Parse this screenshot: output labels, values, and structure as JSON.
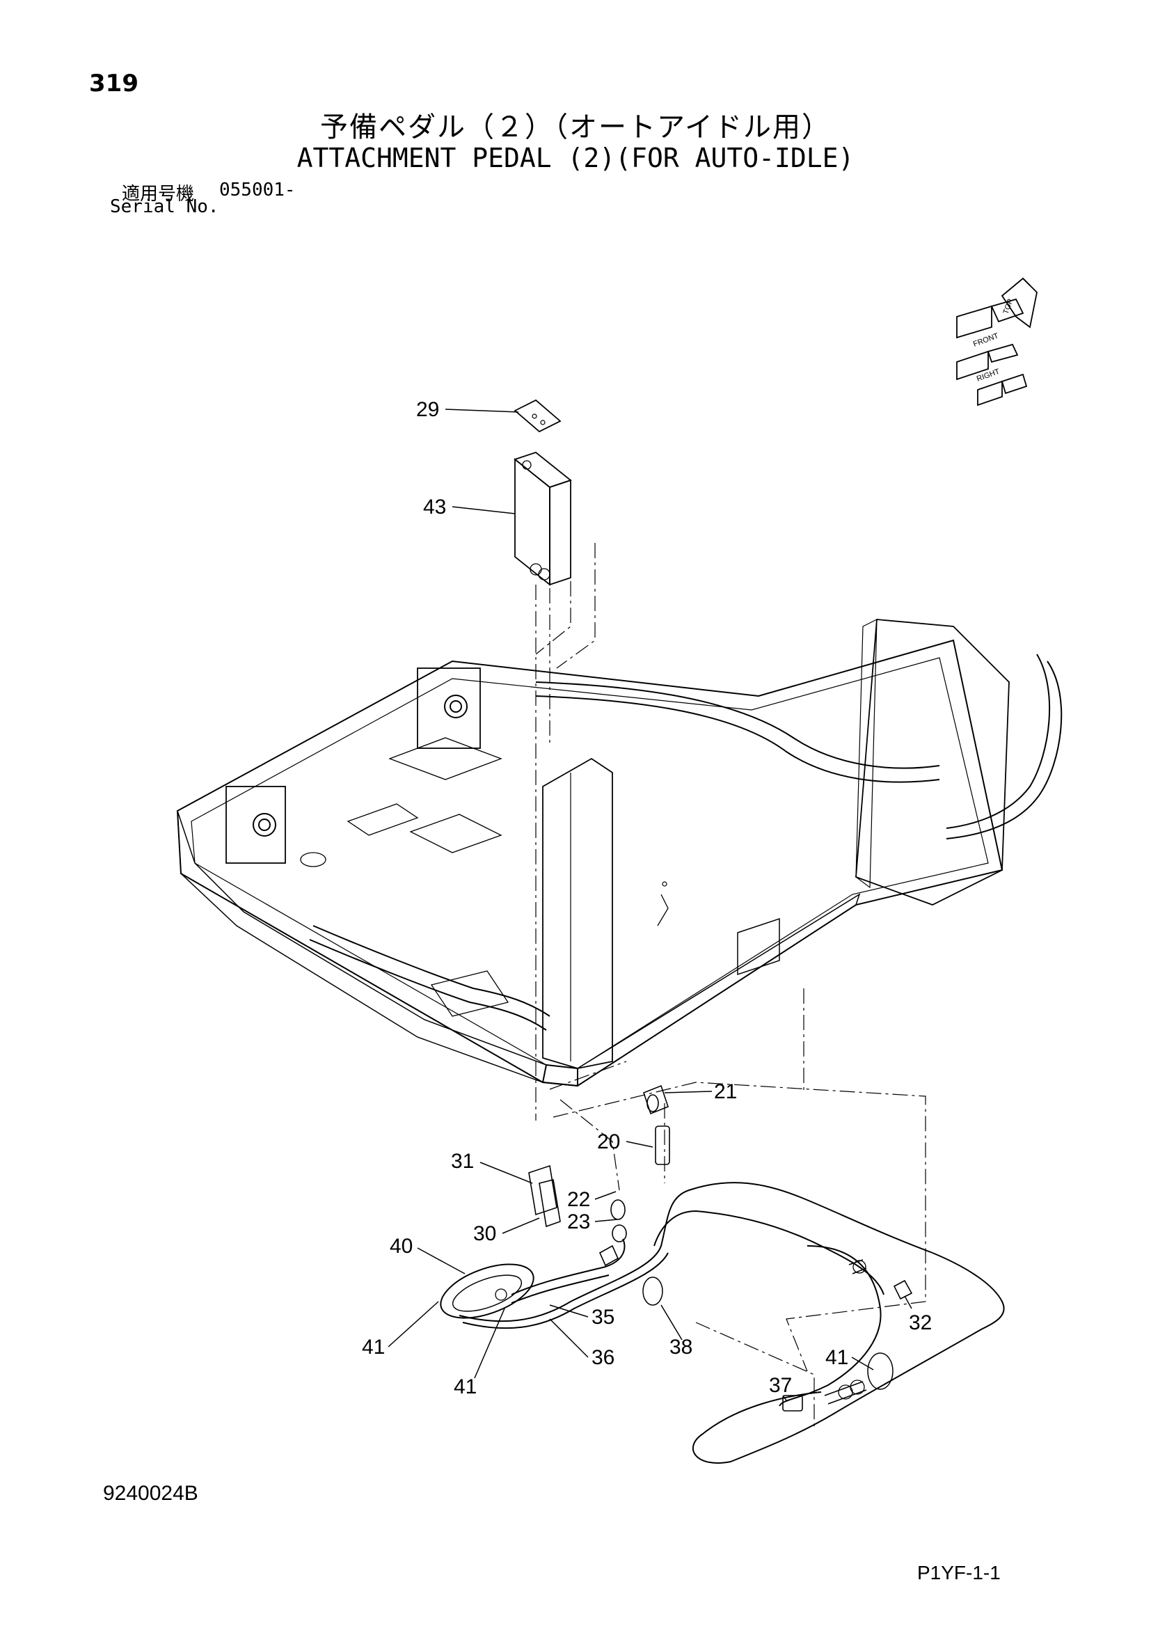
{
  "page_number": "319",
  "title_ja": "予備ペダル（２）（オートアイドル用）",
  "title_en": "ATTACHMENT PEDAL (2)(FOR AUTO-IDLE)",
  "serial": {
    "label_ja": "適用号機",
    "value": "055001-",
    "label_en": "Serial No."
  },
  "orientation_indicator": {
    "labels": [
      "TOP",
      "FRONT",
      "RIGHT"
    ]
  },
  "callouts": [
    "29",
    "43",
    "21",
    "20",
    "31",
    "22",
    "23",
    "30",
    "40",
    "35",
    "36",
    "38",
    "32",
    "41",
    "41",
    "41",
    "37"
  ],
  "footer": {
    "doc_code": "9240024B",
    "page_code": "P1YF-1-1"
  }
}
